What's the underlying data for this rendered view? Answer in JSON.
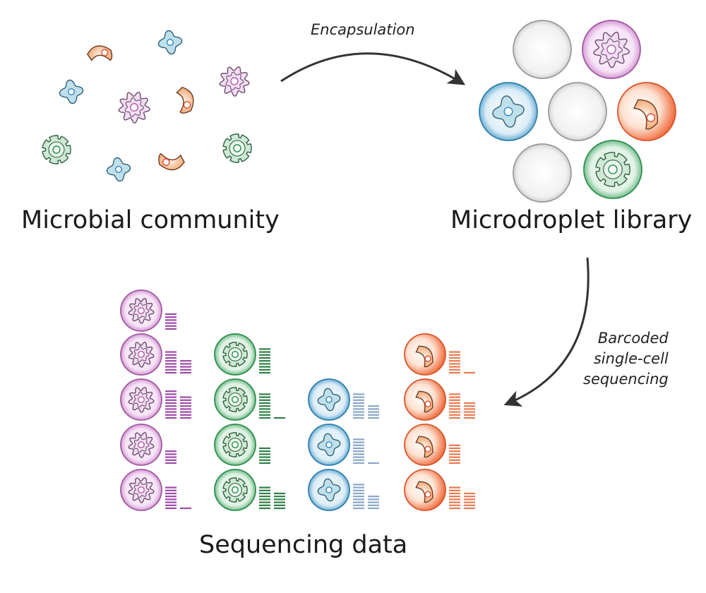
{
  "labels": {
    "community": "Microbial community",
    "library": "Microdroplet library",
    "sequencing": "Sequencing data",
    "encapsulation": "Encapsulation",
    "barcoded_lines": [
      "Barcoded",
      "single-cell",
      "sequencing"
    ]
  },
  "colors": {
    "purple": "#b266b2",
    "green": "#2f8f4e",
    "blue": "#3a8fb8",
    "orange": "#f07040",
    "grey": "#bbbbbb",
    "arrow": "#333333"
  },
  "icons": {
    "purple": "amoeboid-cell-icon",
    "green": "gear-cell-icon",
    "blue": "flower-cell-icon",
    "orange": "crescent-cell-icon",
    "empty": "empty-droplet-icon"
  },
  "sequencing_columns": [
    {
      "type": "purple",
      "rows": [
        1,
        2,
        3,
        4,
        5
      ]
    },
    {
      "type": "green",
      "rows": [
        2,
        3,
        4,
        5
      ]
    },
    {
      "type": "blue",
      "rows": [
        3,
        4,
        5
      ]
    },
    {
      "type": "orange",
      "rows": [
        2,
        3,
        4,
        5
      ]
    }
  ]
}
